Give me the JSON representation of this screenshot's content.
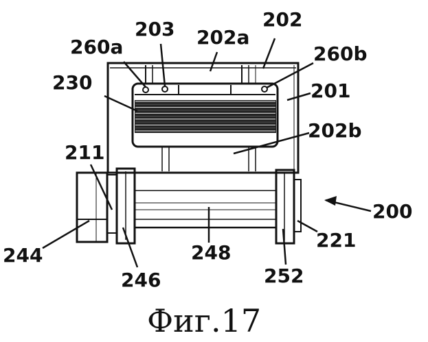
{
  "diagram": {
    "labels": {
      "l202": "202",
      "l203": "203",
      "l202a": "202a",
      "l260a": "260a",
      "l260b": "260b",
      "l230": "230",
      "l201": "201",
      "l202b": "202b",
      "l211": "211",
      "l200": "200",
      "l244": "244",
      "l221": "221",
      "l248": "248",
      "l246": "246",
      "l252": "252"
    },
    "caption": "Фиг.17"
  }
}
